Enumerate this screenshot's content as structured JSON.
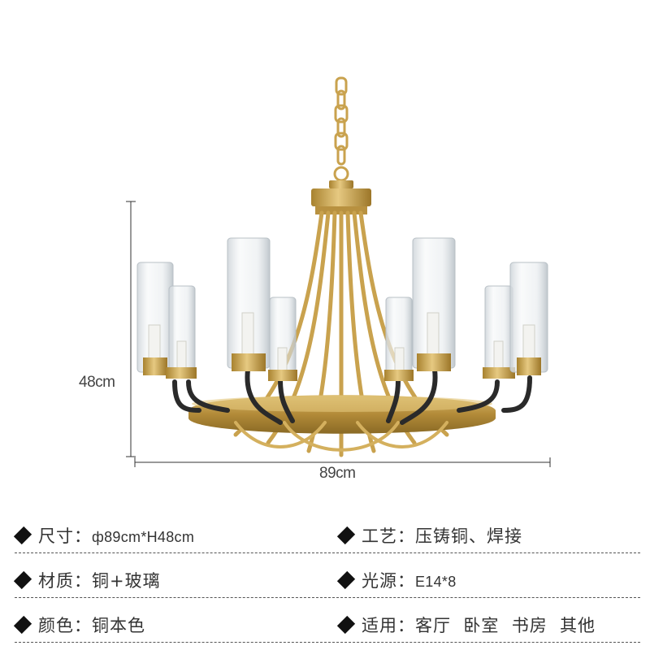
{
  "dimensions": {
    "height_label": "48cm",
    "width_label": "89cm"
  },
  "product": {
    "icon": "brass-chandelier-illustration",
    "colors": {
      "brass": "#c9a24e",
      "brass_dark": "#a37d2c",
      "black_arm": "#2a2a2a",
      "glass": "#e8ecef"
    }
  },
  "specs": [
    {
      "left": {
        "label": "尺寸：",
        "value": "ф89cm*H48cm"
      },
      "right": {
        "label": "工艺：",
        "value": "压铸铜、焊接"
      }
    },
    {
      "left": {
        "label": "材质：",
        "value": "铜+玻璃"
      },
      "right": {
        "label": "光源：",
        "value": "E14*8"
      }
    },
    {
      "left": {
        "label": "颜色：",
        "value": "铜本色"
      },
      "right": {
        "label": "适用：",
        "value": "客厅  卧室  书房  其他"
      }
    }
  ]
}
